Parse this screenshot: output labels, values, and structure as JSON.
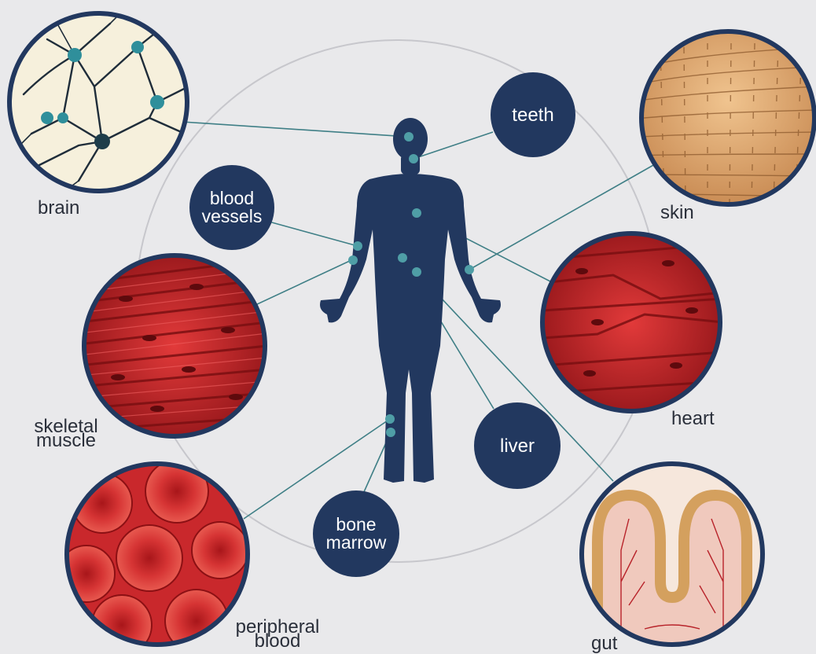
{
  "labels": {
    "brain": "brain",
    "skin": "skin",
    "skeletal_muscle_line1": "skeletal",
    "skeletal_muscle_line2": "muscle",
    "heart": "heart",
    "peripheral_blood_line1": "peripheral",
    "peripheral_blood_line2": "blood",
    "gut": "gut"
  },
  "bubbles": {
    "teeth": "teeth",
    "blood_vessels_line1": "blood",
    "blood_vessels_line2": "vessels",
    "liver": "liver",
    "bone_marrow_line1": "bone",
    "bone_marrow_line2": "marrow"
  },
  "colors": {
    "background": "#e9e9eb",
    "navy": "#22385f",
    "connector": "#3f7f86",
    "dot": "#4f9ea6",
    "muscle_red": "#c8262c",
    "skin_tan": "#d9a56e"
  }
}
